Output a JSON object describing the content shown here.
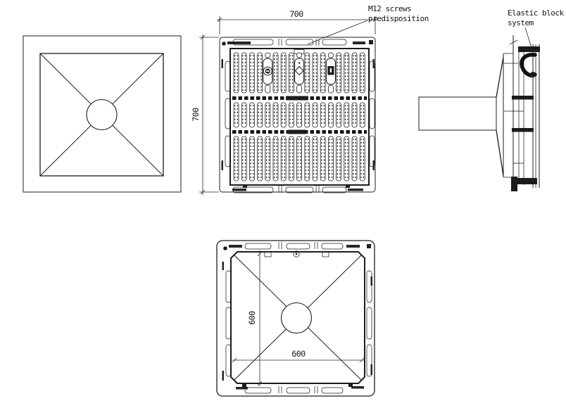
{
  "drawing": {
    "colors": {
      "line": "#1c1c1c",
      "background": "#ffffff"
    },
    "dimensions": {
      "grate_width": "700",
      "grate_height": "700",
      "opening_width": "600",
      "opening_height": "600"
    },
    "annotations": {
      "m12_line1": "M12 screws",
      "m12_line2": "predisposition",
      "elastic_line1": "Elastic block",
      "elastic_line2": "system"
    },
    "grate": {
      "columns": 17,
      "rows": 3,
      "feature_columns": {
        "locking_knob": 4,
        "m12_screw_seat": 8,
        "lifting_keyhole": 12
      }
    }
  }
}
